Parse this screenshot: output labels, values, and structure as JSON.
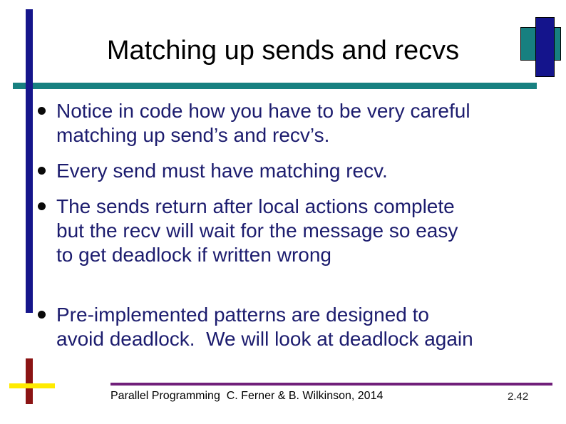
{
  "slide": {
    "title": "Matching up sends and recvs",
    "bullets": [
      {
        "lines": [
          "Notice in code how you have to be very careful",
          "matching up send’s and recv’s."
        ]
      },
      {
        "lines": [
          "Every send must have matching recv."
        ]
      },
      {
        "lines": [
          "The sends return after local actions complete",
          "but the recv will wait for the message so easy",
          "to get deadlock if written wrong"
        ]
      },
      {
        "lines": [
          "Pre-implemented patterns are designed to",
          "avoid deadlock.  We will look at deadlock again"
        ]
      }
    ],
    "footer": {
      "text": "Parallel Programming  C. Ferner & B. Wilkinson, 2014",
      "page_number": "2.42"
    },
    "icons": {
      "bullet_icon": "filled-circle"
    },
    "colors": {
      "navy_bar": "#16168B",
      "maroon_bar": "#8B1414",
      "yellow_line": "#FFEB00",
      "teal_rule": "#178080",
      "purple_footer_rule": "#701F7A",
      "body_text": "#1C1C6E",
      "title_text": "#000000"
    }
  }
}
